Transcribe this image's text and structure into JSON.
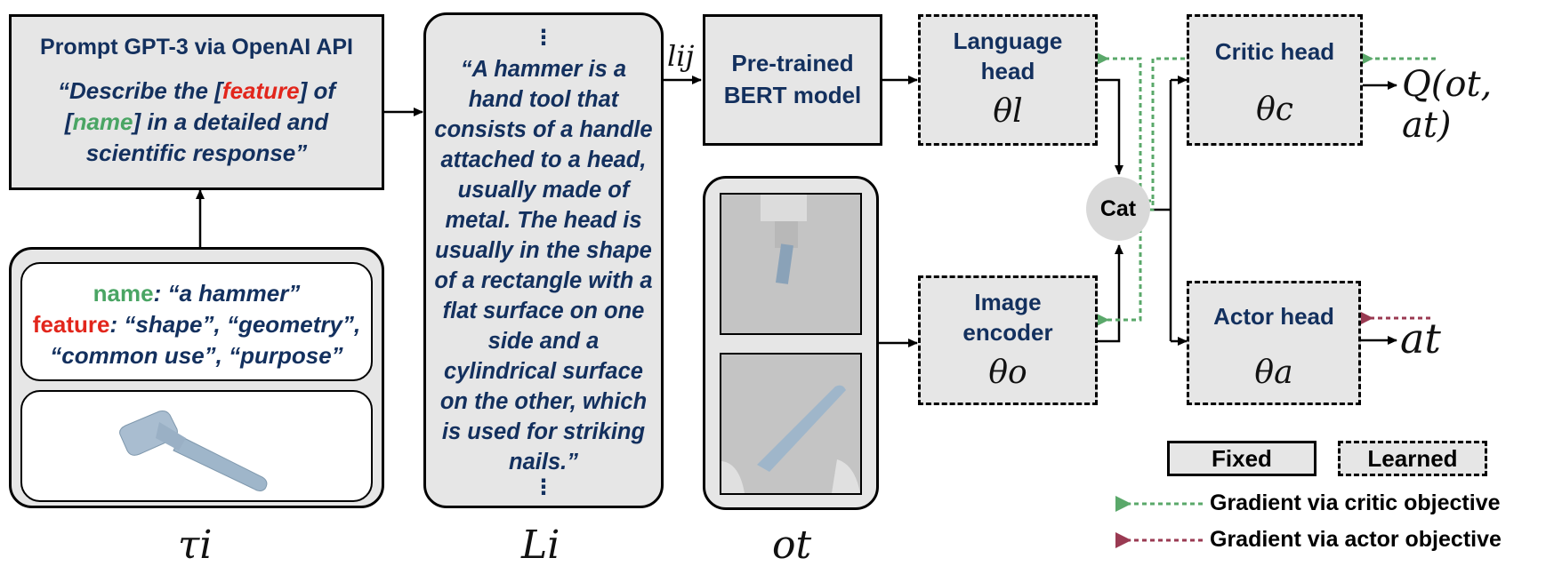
{
  "prompt_box": {
    "title": "Prompt GPT-3 via OpenAI API",
    "quote_open": "“Describe the [",
    "feature_word": "feature",
    "quote_mid": "] of",
    "bracket_open": "[",
    "name_word": "name",
    "quote_rest": "] in a detailed and",
    "quote_end": "scientific response”"
  },
  "task_box": {
    "name_key": "name",
    "name_value": ": “a hammer”",
    "feature_key": "feature",
    "feature_value_1": ": “shape”, “geometry”,",
    "feature_value_2": "“common use”, “purpose”",
    "label": "τi"
  },
  "description_box": {
    "ellipsis_top": "⋮",
    "text": "“A hammer is a hand tool that consists of a handle attached to a head, usually made of metal. The head is usually in the shape of a rectangle with a flat surface on one side and a cylindrical surface on the other, which is used for striking nails.”",
    "ellipsis_bottom": "⋮",
    "label": "Li"
  },
  "observation": {
    "label": "ot"
  },
  "edge_label": "lij",
  "bert_box": {
    "line1": "Pre-trained",
    "line2": "BERT model"
  },
  "language_head": {
    "line1": "Language",
    "line2": "head",
    "param": "θl"
  },
  "image_encoder": {
    "line1": "Image",
    "line2": "encoder",
    "param": "θo"
  },
  "cat_node": {
    "label": "Cat"
  },
  "critic_head": {
    "label": "Critic head",
    "param": "θc",
    "output": "Q(ot, at)"
  },
  "actor_head": {
    "label": "Actor head",
    "param": "θa",
    "output": "at"
  },
  "legend": {
    "fixed": "Fixed",
    "learned": "Learned",
    "critic_grad": "Gradient via critic objective",
    "actor_grad": "Gradient via actor objective"
  },
  "colors": {
    "navy": "#13305e",
    "red": "#e2261c",
    "green": "#4aa564",
    "critic_arrow": "#5aa86a",
    "actor_arrow": "#9a3a52",
    "box_fill": "#e6e6e6"
  }
}
